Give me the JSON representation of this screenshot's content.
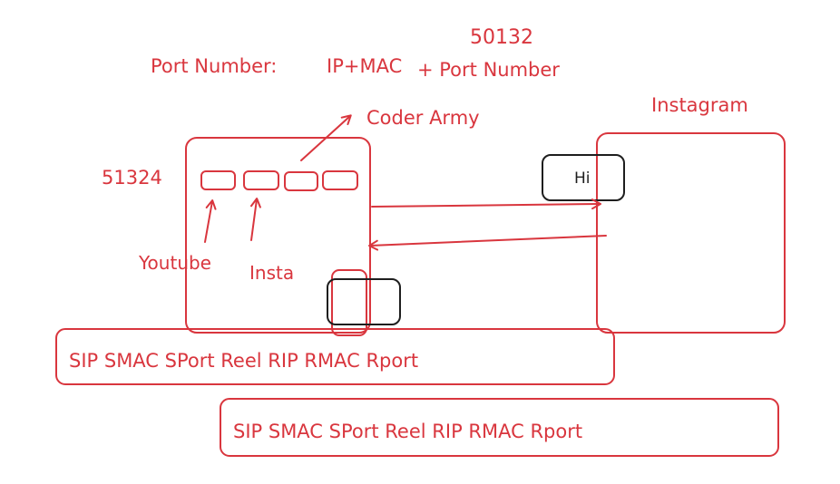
{
  "labels": {
    "port_number_title": "Port Number:",
    "ip_mac_formula_part1": "IP+MAC",
    "ip_mac_formula_part2": "+ Port Number",
    "port_50132": "50132",
    "coder_army": "Coder Army",
    "port_51324": "51324",
    "youtube": "Youtube",
    "insta": "Insta",
    "instagram": "Instagram",
    "hi": "Hi"
  },
  "packets": [
    {
      "text": "SIP SMAC SPort Reel RIP RMAC Rport"
    },
    {
      "text": "SIP SMAC SPort Reel RIP RMAC Rport"
    }
  ],
  "colors": {
    "red": "#d9363e",
    "dark": "#1e1e1e"
  }
}
